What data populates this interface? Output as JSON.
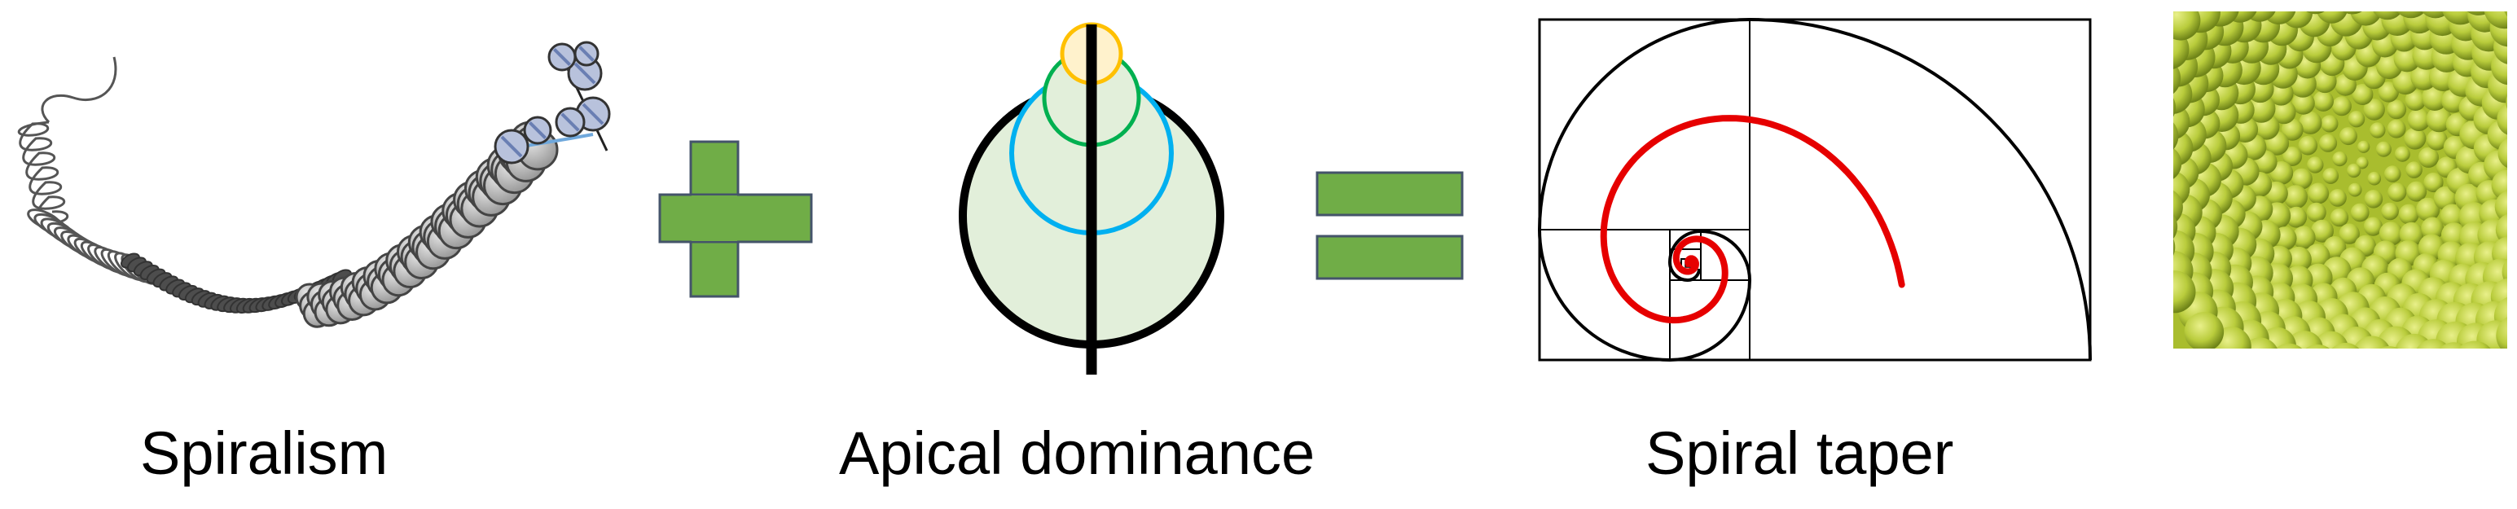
{
  "captions": {
    "spiralism": "Spiralism",
    "apical_dominance": "Apical dominance",
    "spiral_taper": "Spiral taper"
  },
  "operators": {
    "plus": "+",
    "equals": "="
  },
  "colors": {
    "operator_green": "#70ad47",
    "operator_border": "#44546a",
    "spiral_red": "#e60000",
    "bead_gray": "#bfbfbf",
    "bead_blue": "#aab8d8",
    "circle_fill": "#e2efda",
    "circle_yellow": "#ffc000",
    "circle_green": "#00b050",
    "circle_blue": "#00b0f0",
    "romanesco": "#b5c93a"
  },
  "icons": {
    "chromatin": "chromatin-spiral-icon",
    "plus": "plus-sign-icon",
    "apical": "apical-dominance-circles-icon",
    "equals": "equals-sign-icon",
    "golden_spiral": "golden-spiral-icon",
    "romanesco": "romanesco-broccoli-photo"
  }
}
